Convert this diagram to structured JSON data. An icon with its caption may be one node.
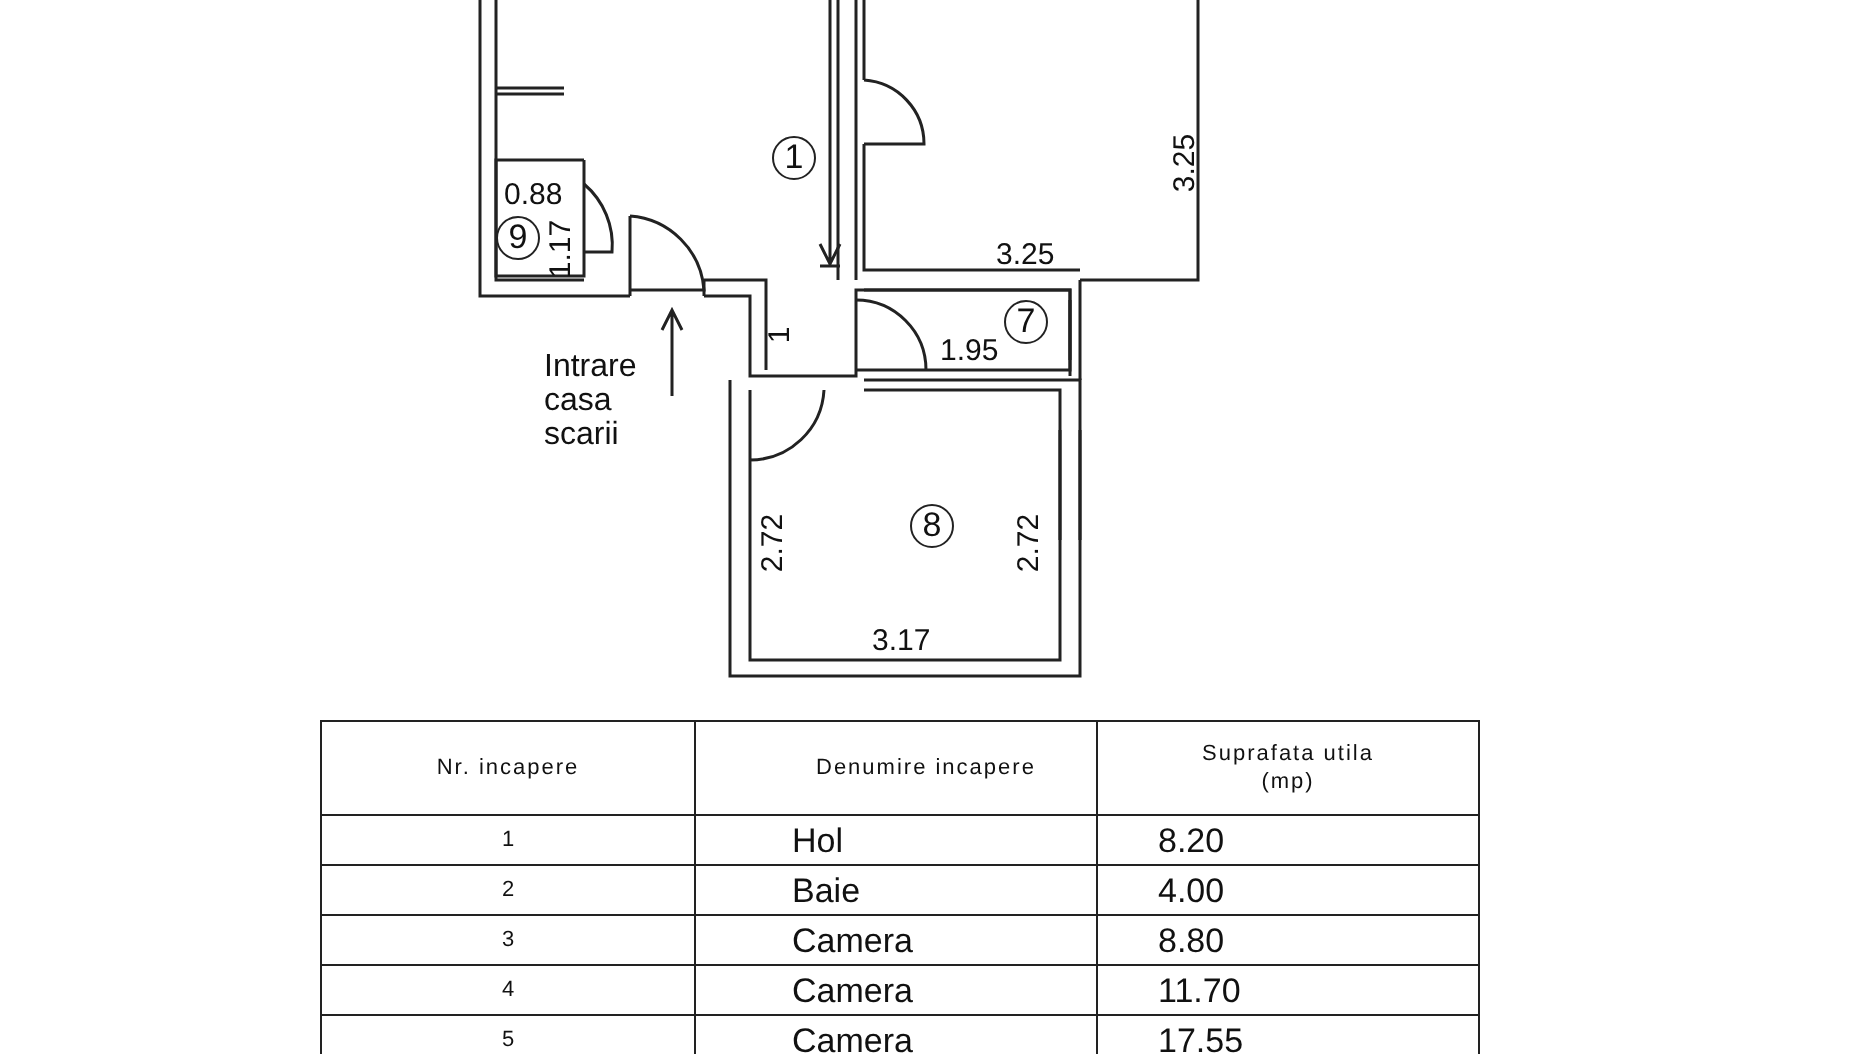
{
  "diagram": {
    "labels": [
      "0.88",
      "1.17",
      "9",
      "1",
      "3.25",
      "3.25",
      "1",
      "1.95",
      "7",
      "Intrare casa scarii",
      "2.72",
      "8",
      "2.72",
      "3.17",
      "Nr. incapere",
      "Denumire incapere",
      "Suprafata utila (mp)",
      "1",
      "Hol",
      "8.20",
      "2",
      "Baie",
      "4.00",
      "3",
      "Camera",
      "8.80",
      "4",
      "Camera",
      "11.70",
      "5",
      "Camera",
      "17.55"
    ]
  }
}
